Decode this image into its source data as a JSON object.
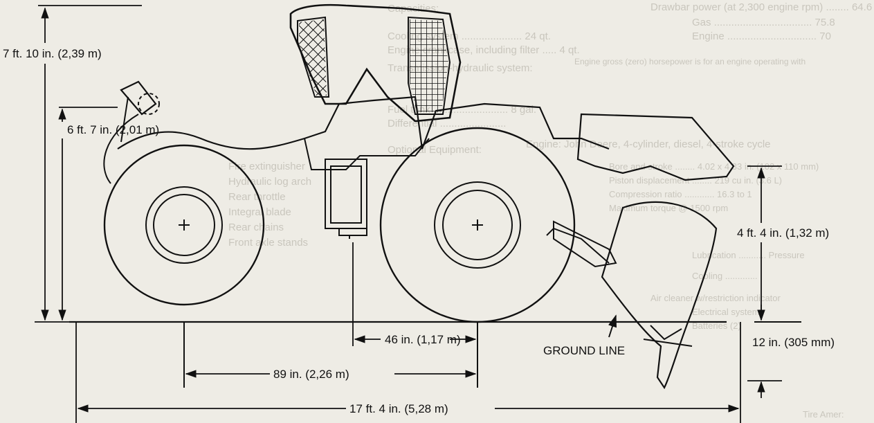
{
  "dimensions": {
    "overall_height": "7 ft. 10 in. (2,39 m)",
    "arch_height": "6 ft. 7 in. (2,01 m)",
    "blade_lift": "4 ft. 4 in. (1,32 m)",
    "blade_drop": "12 in. (305 mm)",
    "ground_clearance_to_axle": "46 in. (1,17 m)",
    "wheelbase": "89 in. (2,26 m)",
    "overall_length": "17 ft. 4 in. (5,28 m)"
  },
  "ground_line_label": "GROUND LINE",
  "colors": {
    "line": "#111111",
    "paper": "#eeece5",
    "bleed_text": "#c9c6bd"
  },
  "background_bleed": [
    "Drawbar power (at 2,300 engine rpm) ........ 64.6",
    "Gas .................................. 75.8",
    "Engine ............................... 70",
    "Engine gross (zero) horsepower is for an engine operating with",
    "Engine: John Deere, 4-cylinder, diesel, 4-stroke cycle",
    "Bore and stroke ........ 4.02 x 4.33 in. (102 x 110 mm)",
    "Piston displacement ........ 219 cu in. (3.6 L)",
    "Compression ratio ............ 16.3 to 1",
    "Maximum torque @ 1500 rpm",
    "Lubrication ........... Pressure",
    "Cooling .............",
    "Air cleaner w/restriction indicator",
    "Electrical system",
    "Batteries (2)",
    "Capacities:",
    "Cooling system ..................... 24 qt.",
    "Engine crankcase, including filter ..... 4 qt.",
    "Transmission-hydraulic system:",
    "Fuel tank .......................... 8 gal.",
    "Differential .......................",
    "Optional Equipment:",
    "Fire extinguisher",
    "Hydraulic log arch",
    "Rear throttle",
    "Integral blade",
    "Rear chains",
    "Front axle stands",
    "Tire Amer:"
  ]
}
